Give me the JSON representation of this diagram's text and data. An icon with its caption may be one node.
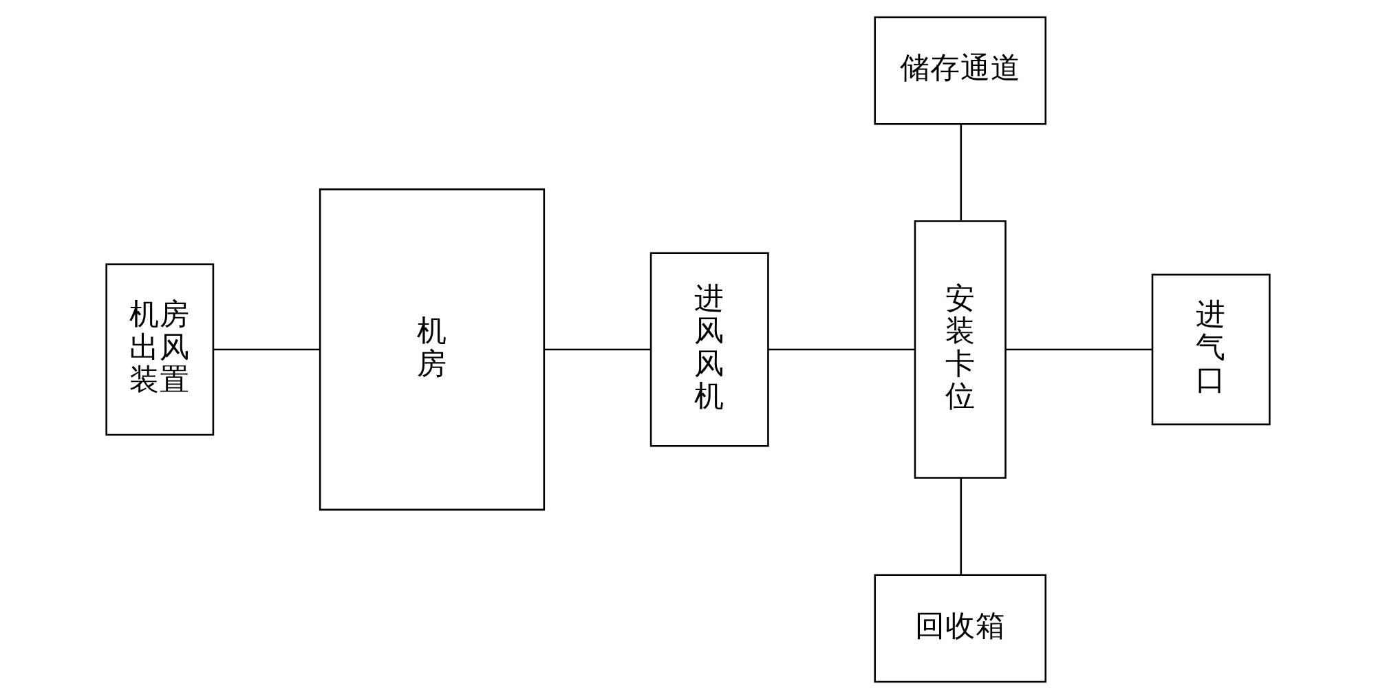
{
  "diagram": {
    "nodes": [
      {
        "text": [
          "机房出风装置"
        ]
      },
      {
        "text": [
          "机房"
        ]
      },
      {
        "text": [
          "进风风机"
        ]
      },
      {
        "text": [
          "储存通道"
        ]
      },
      {
        "text": [
          "安装卡位"
        ]
      },
      {
        "text": [
          "回收箱"
        ]
      },
      {
        "text": [
          "进气口"
        ]
      }
    ],
    "edges": [
      {
        "from": 0,
        "to": 1,
        "arrow": "none"
      },
      {
        "from": 1,
        "to": 2,
        "arrow": "none"
      },
      {
        "from": 2,
        "to": 4,
        "arrow": "none"
      },
      {
        "from": 3,
        "to": 4,
        "arrow": "none"
      },
      {
        "from": 4,
        "to": 5,
        "arrow": "none"
      },
      {
        "from": 4,
        "to": 6,
        "arrow": "none"
      }
    ]
  }
}
